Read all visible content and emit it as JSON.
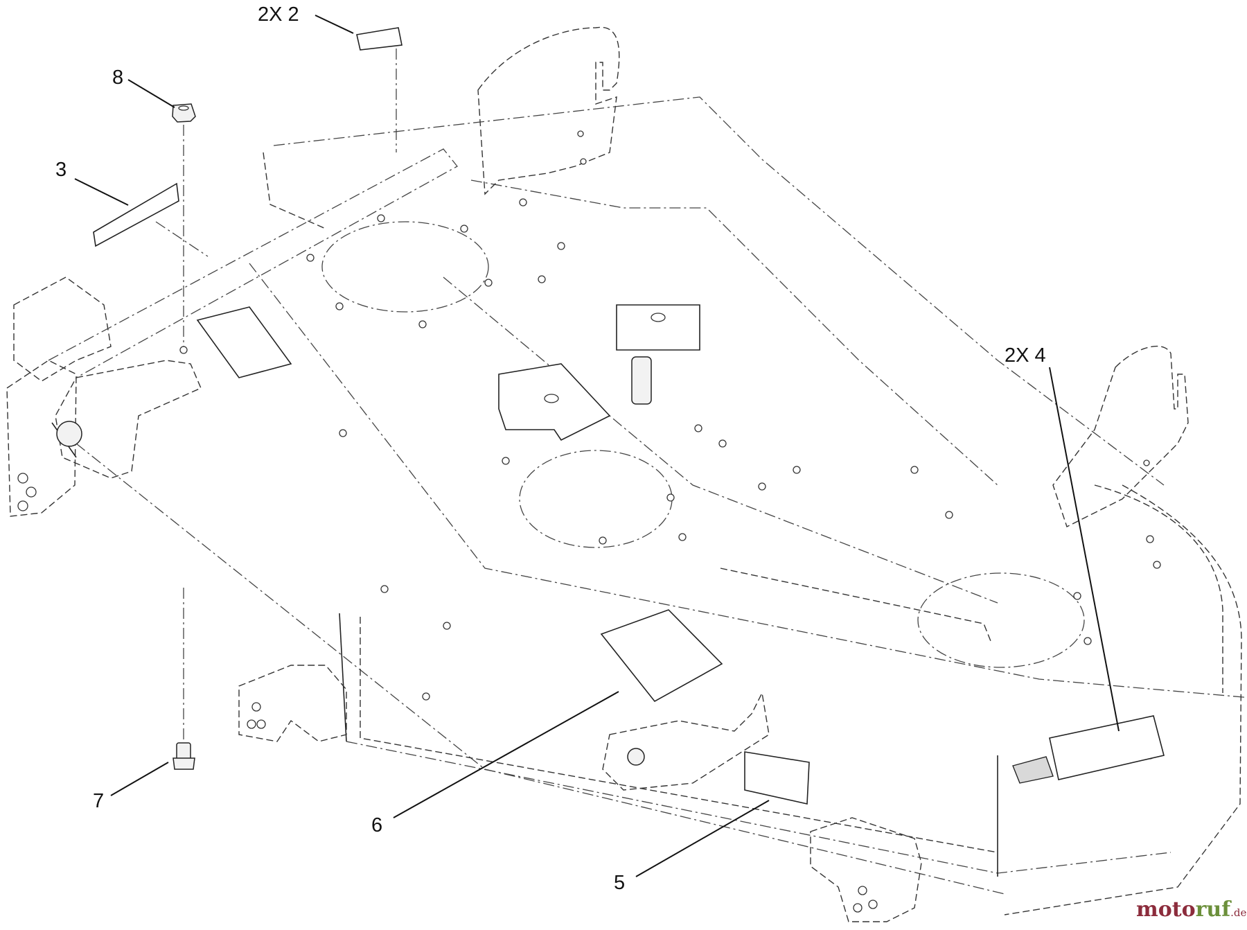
{
  "callouts": {
    "item_2": "2X 2",
    "item_8": "8",
    "item_3": "3",
    "item_2x4": "2X 4",
    "item_7": "7",
    "item_6": "6",
    "item_5": "5"
  },
  "watermark": {
    "brand_part1": "moto",
    "brand_part2": "ruf",
    "suffix": ".de"
  }
}
